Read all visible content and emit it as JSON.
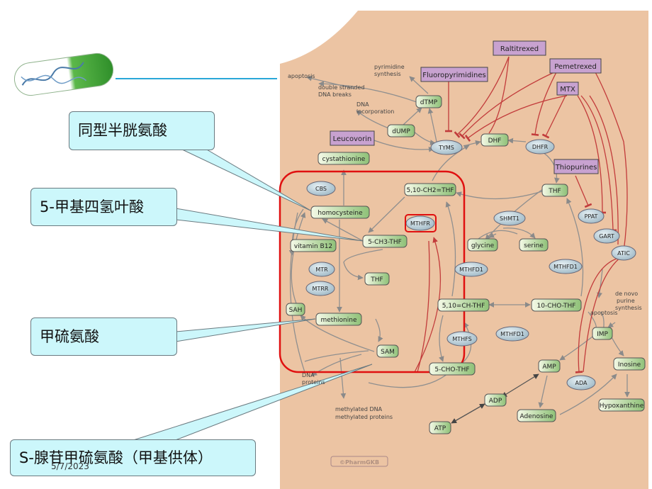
{
  "slide": {
    "callouts": {
      "homocysteine": "同型半胱氨酸",
      "methyl_thf": "5-甲基四氢叶酸",
      "methionine": "甲硫氨酸",
      "sam": "S-腺苷甲硫氨酸（甲基供体）"
    },
    "date": "5/7/2023"
  },
  "pathway": {
    "drugs": {
      "raltitrexed": "Raltitrexed",
      "pemetrexed": "Pemetrexed",
      "fluoropyrimidines": "Fluoropyrimidines",
      "mtx": "MTX",
      "leucovorin": "Leucovorin",
      "thiopurines": "Thiopurines"
    },
    "metabolites": {
      "dtmp": "dTMP",
      "dump": "dUMP",
      "dhf": "DHF",
      "thf_right": "THF",
      "cystathionine": "cystathionine",
      "ch2_thf": "5,10-CH2=THF",
      "homocysteine": "homocysteine",
      "ch3_thf": "5-CH3-THF",
      "vitamin_b12": "vitamin B12",
      "thf_center": "THF",
      "methionine": "methionine",
      "sah": "SAH",
      "sam": "SAM",
      "ch_thf": "5,10=CH-THF",
      "cho_thf_5": "5-CHO-THF",
      "glycine": "glycine",
      "serine": "serine",
      "cho_thf_10": "10-CHO-THF",
      "imp": "IMP",
      "inosine": "Inosine",
      "amp": "AMP",
      "adp": "ADP",
      "atp": "ATP",
      "adenosine": "Adenosine",
      "hypoxanthine": "Hypoxanthine"
    },
    "enzymes": {
      "tyms": "TYMS",
      "dhfr": "DHFR",
      "cbs": "CBS",
      "mthfr": "MTHFR",
      "mtr": "MTR",
      "mtrr": "MTRR",
      "shmt1": "SHMT1",
      "mthfd1_a": "MTHFD1",
      "mthfd1_b": "MTHFD1",
      "mthfd1_c": "MTHFD1",
      "mthfs": "MTHFS",
      "ppat": "PPAT",
      "gart": "GART",
      "atic": "ATIC",
      "ada": "ADA"
    },
    "notes": {
      "apoptosis_top": "apoptosis",
      "dsb_line1": "double stranded",
      "dsb_line2": "DNA breaks",
      "pyr_line1": "pyrimidine",
      "pyr_line2": "synthesis",
      "dna_inc_line1": "DNA",
      "dna_inc_line2": "incorporation",
      "denovo_line1": "de novo",
      "denovo_line2": "purine",
      "denovo_line3": "synthesis",
      "apoptosis_right": "apoptosis",
      "dna_prot_line1": "DNA",
      "dna_prot_line2": "proteins",
      "methylated_line1": "methylated DNA",
      "methylated_line2": "methylated proteins",
      "copyright": "©PharmGKB"
    }
  },
  "colors": {
    "background_panel": "#ecc4a3",
    "drug_box": "#c8a2d0",
    "metabolite_fill": "#c3dea5",
    "enzyme_fill": "#b2c8d3",
    "highlight_red": "#e01010",
    "callout_fill": "#ccf7fb"
  }
}
